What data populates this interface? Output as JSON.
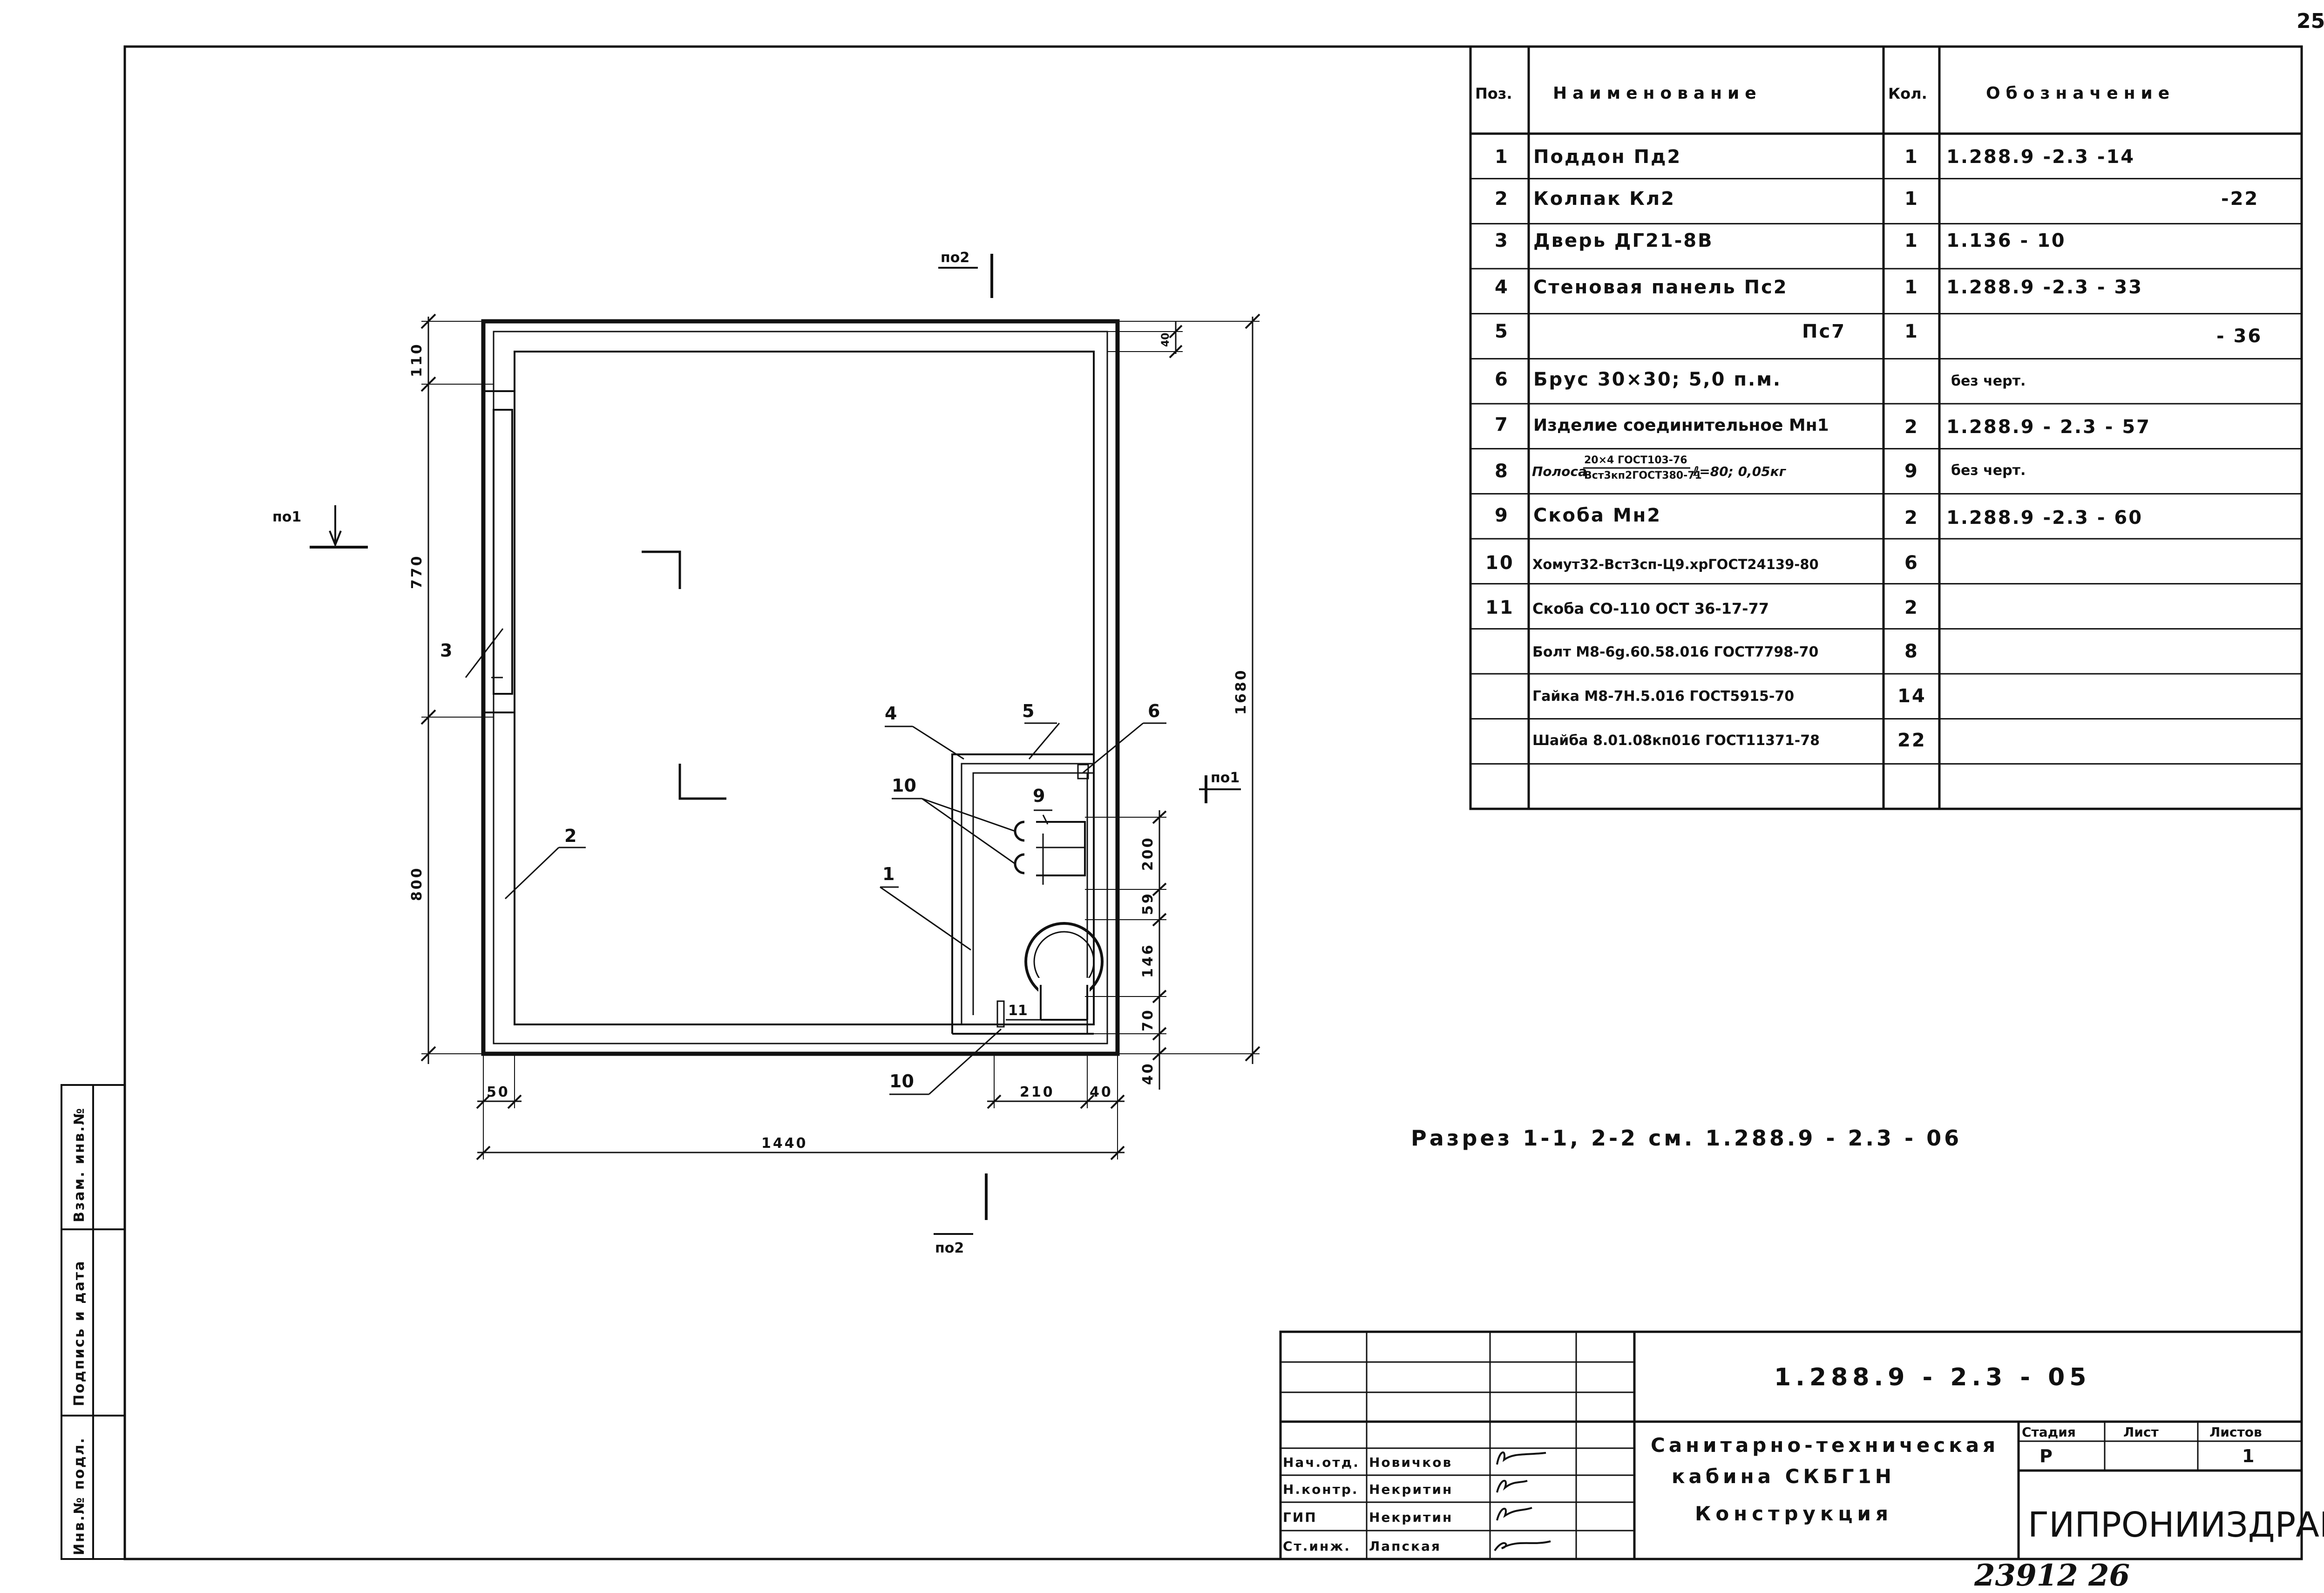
{
  "page_number": "25",
  "spec_table": {
    "headers": {
      "pos": "Поз.",
      "name": "Наименование",
      "qty": "Кол.",
      "designation": "Обозначение"
    },
    "rows": [
      {
        "pos": "1",
        "name": "Поддон Пд2",
        "qty": "1",
        "designation": "1.288.9 -2.3 -14"
      },
      {
        "pos": "2",
        "name": "Колпак Кл2",
        "qty": "1",
        "designation": "-22"
      },
      {
        "pos": "3",
        "name": "Дверь ДГ21-8В",
        "qty": "1",
        "designation": "1.136 - 10"
      },
      {
        "pos": "4",
        "name": "Стеновая панель Пс2",
        "qty": "1",
        "designation": "1.288.9 -2.3 - 33"
      },
      {
        "pos": "5",
        "name": "Пс7",
        "qty": "1",
        "designation": "- 36"
      },
      {
        "pos": "6",
        "name": "Брус 30×30; 5,0 п.м.",
        "qty": "",
        "designation": "без черт."
      },
      {
        "pos": "7",
        "name": "Изделие соединительное Мн1",
        "qty": "2",
        "designation": "1.288.9 - 2.3 - 57"
      },
      {
        "pos": "8",
        "name": "Полоса",
        "name_num": "20×4 ГОСТ103-76",
        "name_den": "Вст3кп2ГОСТ380-71",
        "name_tail": "ℓ=80; 0,05кг",
        "qty": "9",
        "designation": "без черт."
      },
      {
        "pos": "9",
        "name": "Скоба Мн2",
        "qty": "2",
        "designation": "1.288.9 -2.3 - 60"
      },
      {
        "pos": "10",
        "name": "Хомут32-Вст3сп-Ц9.хрГОСТ24139-80",
        "qty": "6",
        "designation": ""
      },
      {
        "pos": "11",
        "name": "Скоба СО-110 ОСТ 36-17-77",
        "qty": "2",
        "designation": ""
      },
      {
        "pos": "",
        "name": "Болт М8-6g.60.58.016 ГОСТ7798-70",
        "qty": "8",
        "designation": ""
      },
      {
        "pos": "",
        "name": "Гайка М8-7Н.5.016 ГОСТ5915-70",
        "qty": "14",
        "designation": ""
      },
      {
        "pos": "",
        "name": "Шайба 8.01.08кп016 ГОСТ11371-78",
        "qty": "22",
        "designation": ""
      },
      {
        "pos": "",
        "name": "",
        "qty": "",
        "designation": ""
      }
    ]
  },
  "plan": {
    "section_marks": {
      "top": "по2",
      "bottom": "по2",
      "left": "по1",
      "right": "по1"
    },
    "dimensions": {
      "left_top": "110",
      "left_mid": "770",
      "left_bottom": "800",
      "right_overall": "1680",
      "right_top": "40",
      "right_200": "200",
      "right_59": "59",
      "right_146": "146",
      "right_70": "70",
      "right_40": "40",
      "bottom_50": "50",
      "bottom_overall": "1440",
      "bottom_210": "210",
      "bottom_40": "40"
    },
    "callouts": {
      "c1": "1",
      "c2": "2",
      "c3": "3",
      "c4": "4",
      "c5": "5",
      "c6": "6",
      "c9": "9",
      "c10a": "10",
      "c10b": "10",
      "c11": "11"
    }
  },
  "section_note": "Разрез 1-1, 2-2 см. 1.288.9 - 2.3 - 06",
  "side_stamp": {
    "s1": "Взам. инв.№",
    "s2": "Подпись и дата",
    "s3": "Инв.№ подл."
  },
  "title_block": {
    "doc_code": "1.288.9 - 2.3 - 05",
    "title_line1": "Санитарно-техническая",
    "title_line2": "кабина СКБГ1Н",
    "title_line3": "Конструкция",
    "stage_label": "Стадия",
    "sheet_label": "Лист",
    "sheets_label": "Листов",
    "stage_value": "Р",
    "sheet_value": "",
    "sheets_value": "1",
    "org": "ГИПРОНИИЗДРАВ",
    "people": [
      {
        "role": "Нач.отд.",
        "name": "Новичков"
      },
      {
        "role": "Н.контр.",
        "name": "Некритин"
      },
      {
        "role": "ГИП",
        "name": "Некритин"
      },
      {
        "role": "Ст.инж.",
        "name": "Лапская"
      }
    ]
  },
  "handwritten_code": "23912 26"
}
